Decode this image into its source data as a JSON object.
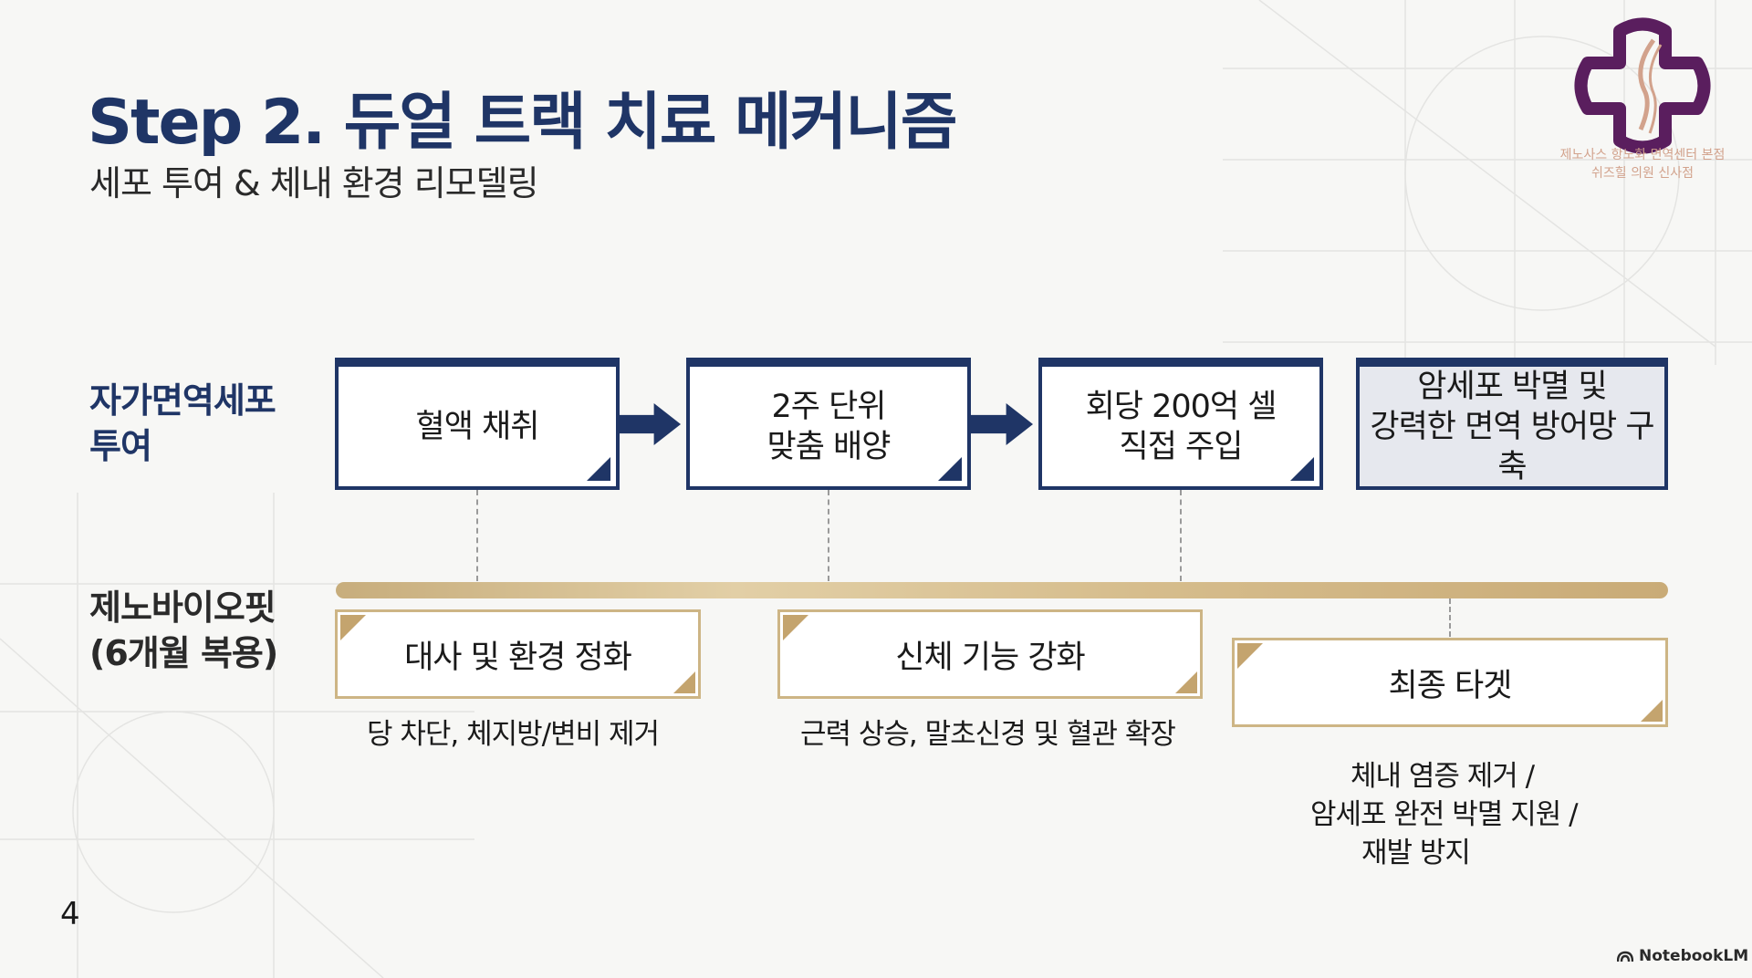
{
  "title": "Step 2. 듀얼 트랙 치료 메커니즘",
  "subtitle": "세포 투여 & 체내 환경 리모델링",
  "logo": {
    "icon": "cross-face-logo-icon",
    "line1": "제노사스 항노화 면역센터 본점",
    "line2": "쉬즈힐 의원 신사점",
    "colors": {
      "purple": "#5a1e5e",
      "gold": "#d2a28c"
    }
  },
  "track1": {
    "label_line1": "자가면역세포",
    "label_line2": "투여",
    "steps": [
      {
        "line1": "혈액 채취",
        "line2": ""
      },
      {
        "line1": "2주 단위",
        "line2": "맞춤 배양"
      },
      {
        "line1": "회당 200억 셀",
        "line2": "직접 주입"
      },
      {
        "line1": "암세포 박멸 및",
        "line2": "강력한 면역 방어망 구축"
      }
    ]
  },
  "track2": {
    "label_line1": "제노바이오핏",
    "label_line2": "(6개월 복용)",
    "stages": [
      {
        "title": "대사 및 환경 정화",
        "desc": "당 차단, 체지방/변비 제거"
      },
      {
        "title": "신체 기능 강화",
        "desc": "근력 상승, 말초신경 및 혈관 확장"
      },
      {
        "title": "최종 타겟",
        "desc_line1": "체내 염증 제거 /",
        "desc_line2": "암세포 완전 박멸 지원 /",
        "desc_line3": "재발 방지"
      }
    ]
  },
  "page_number": "4",
  "brand": {
    "icon": "notebooklm-icon",
    "label": "NotebookLM"
  },
  "colors": {
    "navy": "#1f3566",
    "gold": "#cdb585",
    "background": "#f7f7f5"
  }
}
